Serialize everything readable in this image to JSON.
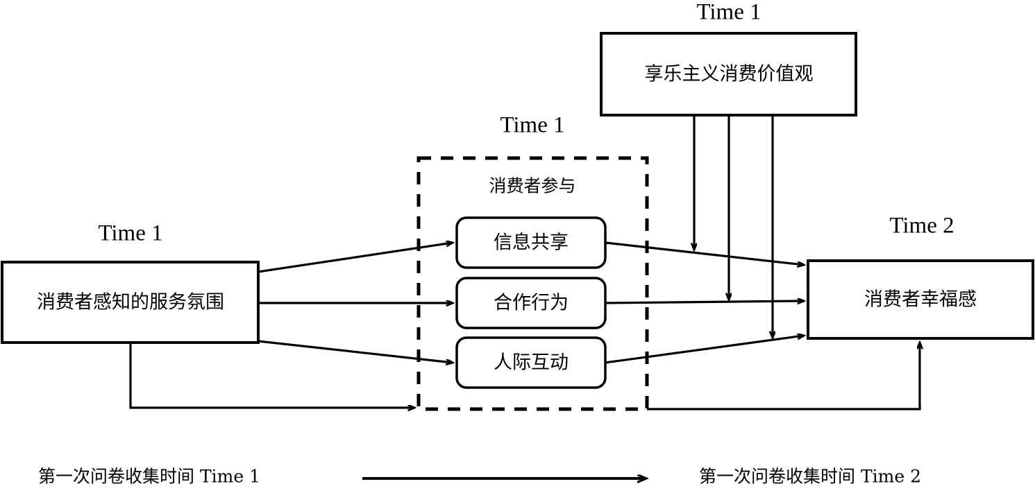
{
  "figure": {
    "type": "conceptual-research-model-diagram",
    "background_color": "#ffffff",
    "line_color": "#000000"
  },
  "nodes": {
    "moderator": {
      "time_label": "Time 1",
      "label": "享乐主义消费价值观"
    },
    "antecedent": {
      "time_label": "Time 1",
      "label": "消费者感知的服务氛围"
    },
    "mediator_group": {
      "time_label": "Time 1",
      "group_label": "消费者参与",
      "items": [
        {
          "label": "信息共享"
        },
        {
          "label": "合作行为"
        },
        {
          "label": "人际互动"
        }
      ]
    },
    "outcome": {
      "time_label": "Time 2",
      "label": "消费者幸福感"
    }
  },
  "legend": {
    "left_text": "第一次问卷收集时间 Time 1",
    "right_text": "第一次问卷收集时间 Time 2",
    "arrow_name": "time-progression-arrow"
  },
  "edges": [
    {
      "from": "消费者感知的服务氛围",
      "to": "信息共享"
    },
    {
      "from": "消费者感知的服务氛围",
      "to": "合作行为"
    },
    {
      "from": "消费者感知的服务氛围",
      "to": "人际互动"
    },
    {
      "from": "信息共享",
      "to": "消费者幸福感"
    },
    {
      "from": "合作行为",
      "to": "消费者幸福感"
    },
    {
      "from": "人际互动",
      "to": "消费者幸福感"
    },
    {
      "from": "消费者感知的服务氛围",
      "to": "消费者幸福感"
    },
    {
      "from": "享乐主义消费价值观",
      "to": "信息共享→消费者幸福感"
    },
    {
      "from": "享乐主义消费价值观",
      "to": "合作行为→消费者幸福感"
    },
    {
      "from": "享乐主义消费价值观",
      "to": "人际互动→消费者幸福感"
    }
  ]
}
